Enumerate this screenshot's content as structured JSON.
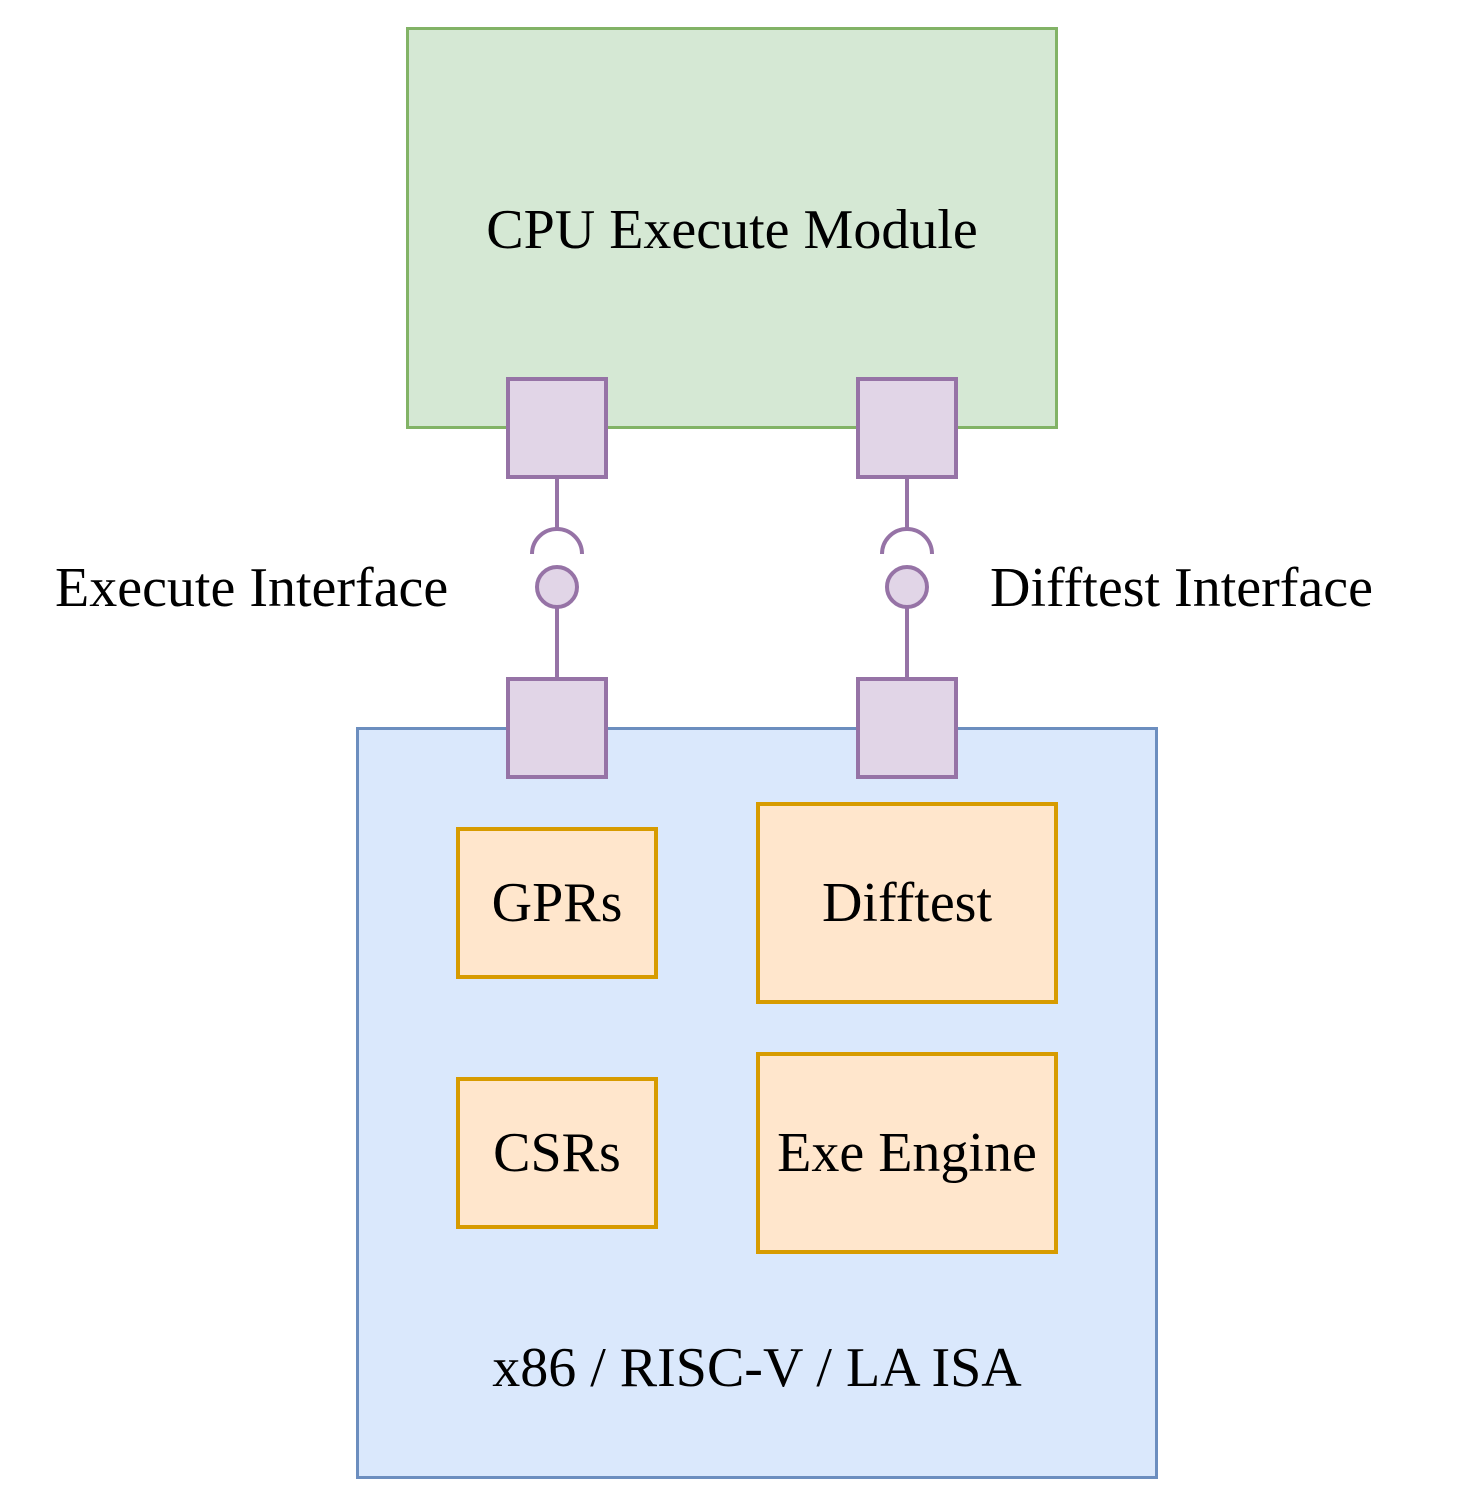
{
  "cpu_module": {
    "title": "CPU Execute Module"
  },
  "isa_module": {
    "title": "x86 / RISC-V / LA ISA"
  },
  "components": {
    "gprs": "GPRs",
    "csrs": "CSRs",
    "difftest": "Difftest",
    "exe_engine": "Exe Engine"
  },
  "interfaces": {
    "execute": "Execute Interface",
    "difftest": "Difftest Interface"
  },
  "colors": {
    "cpu_fill": "#d5e8d4",
    "cpu_stroke": "#82b366",
    "isa_fill": "#dae8fc",
    "isa_stroke": "#6c8ebf",
    "component_fill": "#ffe6cc",
    "component_stroke": "#d79b00",
    "port_fill": "#e1d5e7",
    "port_stroke": "#9673a6"
  }
}
